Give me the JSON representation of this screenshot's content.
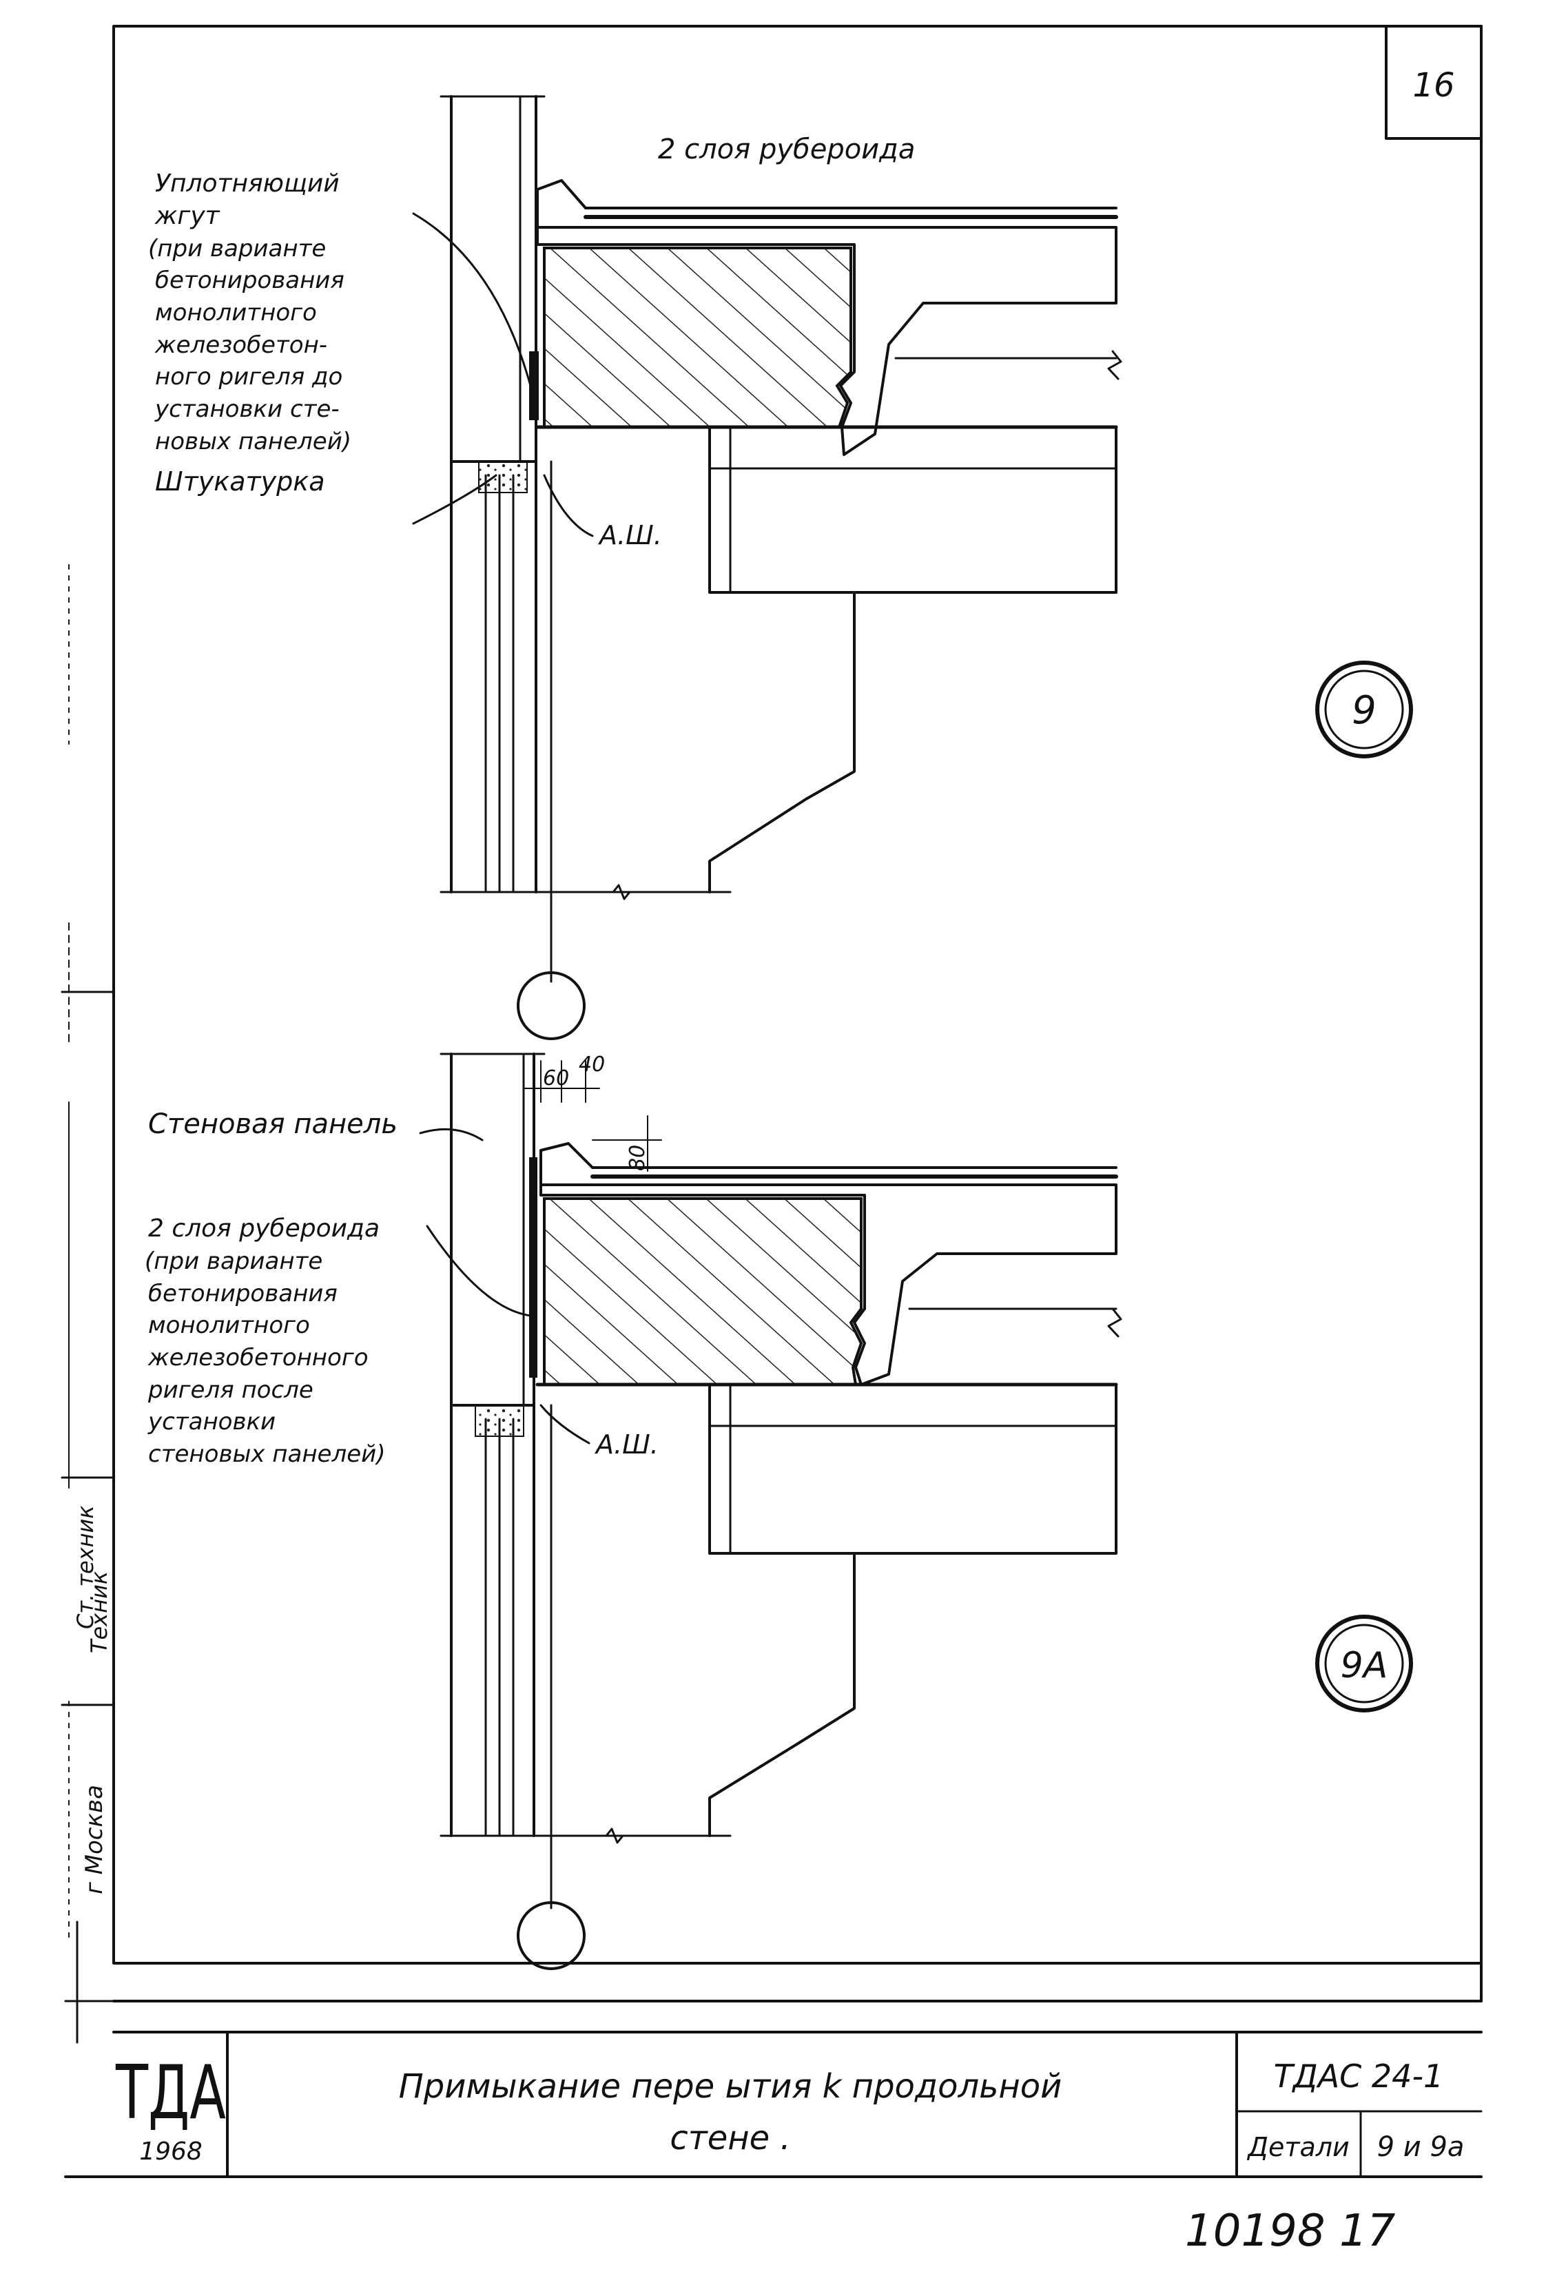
{
  "sheet": {
    "page_number": "16",
    "stamp_number": "10198 17",
    "organization": "ТДА",
    "year": "1968",
    "title_line1": "Примыкание пере ытия  k   продольной",
    "title_line2": "стене .",
    "series": "ТДАС 24-1",
    "sheet_type": "Детали",
    "sheet_refs": "9 и 9а"
  },
  "detail_9": {
    "marker": "9",
    "roofing_label": "2 слоя    рубероида",
    "seal_note": [
      "Уплотняющий",
      "жгут",
      "(при варианте",
      "бетонирования",
      "монолитного",
      "железобетон-",
      "ного ригеля до",
      "установки сте-",
      "новых панелей)"
    ],
    "plaster_label": "Штукатурка",
    "anchor_label": "А.Ш."
  },
  "detail_9a": {
    "marker": "9А",
    "panel_label": "Стеновая панель",
    "roofing_note": [
      "2 слоя  рубероида",
      "(при варианте",
      "бетонирования",
      "монолитного",
      "железобетонного",
      "ригеля после",
      "установки",
      "стеновых панелей)"
    ],
    "anchor_label": "А.Ш.",
    "dim_60": "60",
    "dim_40": "40",
    "dim_80": "80"
  },
  "margin_notes": {
    "city": "г Москва",
    "role_1": "Ст. техник",
    "role_2": "Техник"
  }
}
